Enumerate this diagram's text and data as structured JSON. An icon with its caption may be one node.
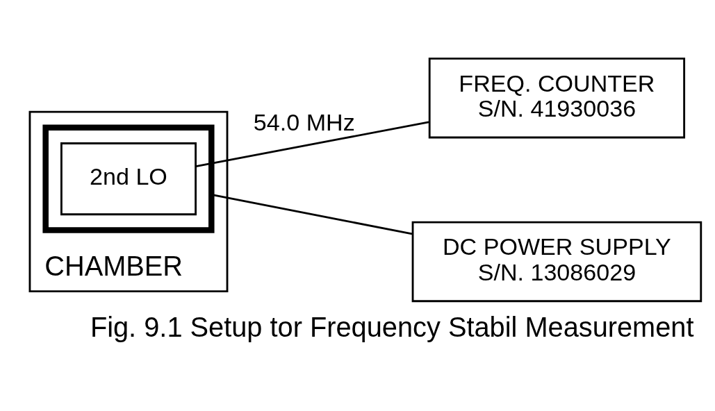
{
  "diagram": {
    "caption": "Fig. 9.1 Setup tor Frequency Stabil Measurement",
    "nodes": [
      {
        "text": [
          "CHAMBER"
        ]
      },
      {
        "text": [],
        "shape": "box",
        "in": 0
      },
      {
        "text": [
          "2nd LO"
        ],
        "in": 1
      },
      {
        "text": [
          "FREQ. COUNTER",
          "S/N. 41930036"
        ]
      },
      {
        "text": [
          "DC POWER SUPPLY",
          "S/N. 13086029"
        ]
      }
    ],
    "edges": [
      {
        "from": 2,
        "to": 3,
        "arrow": "none",
        "label": "54.0 MHz"
      },
      {
        "from": 1,
        "to": 4,
        "arrow": "none"
      }
    ]
  }
}
